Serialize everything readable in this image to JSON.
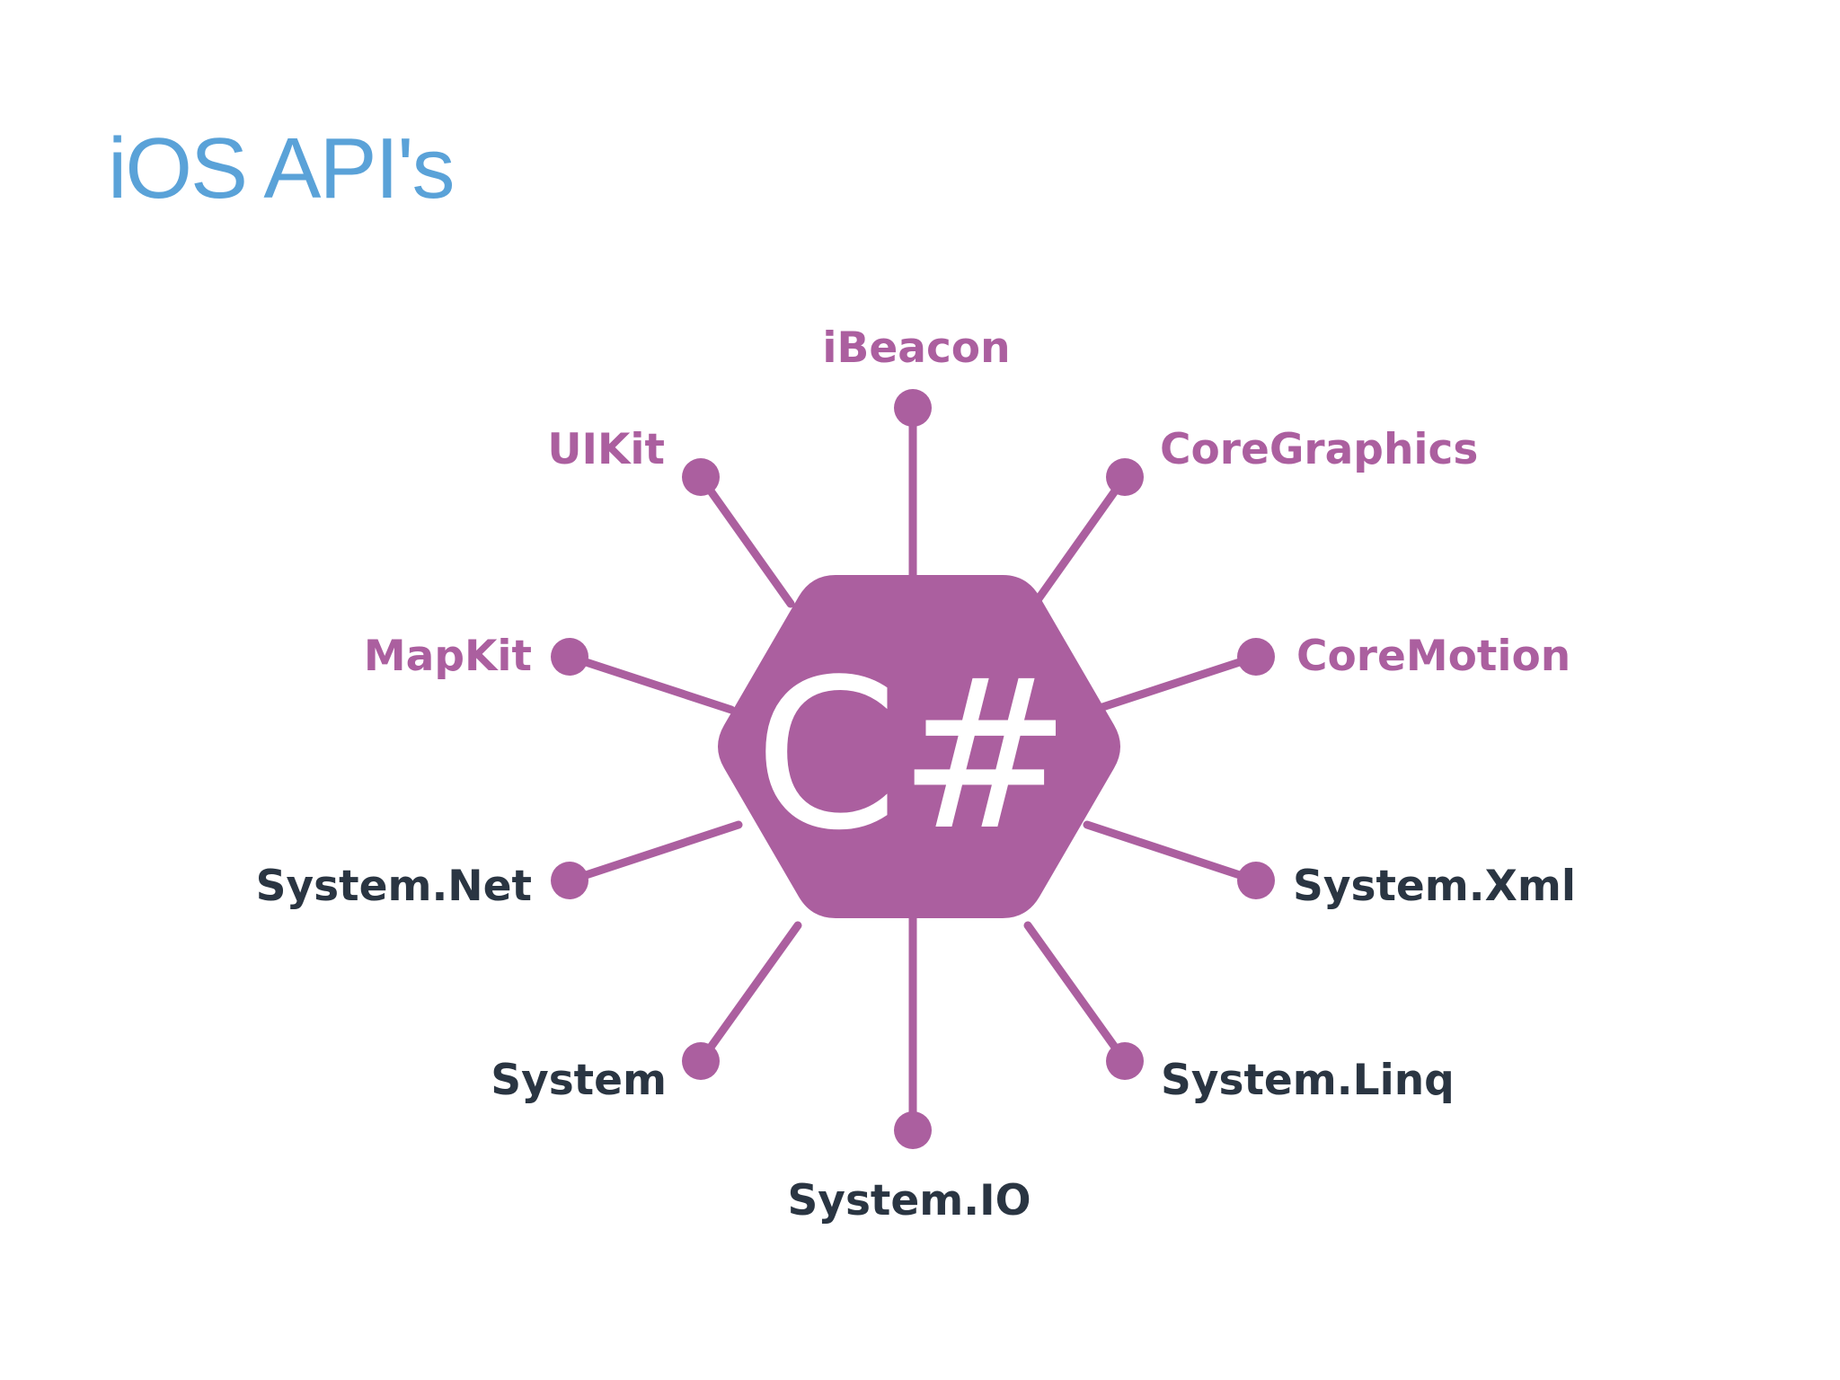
{
  "title": "iOS API's",
  "colors": {
    "title": "#5aa2d8",
    "accent": "#ab5f9f",
    "ios_label": "#ab5f9f",
    "system_label": "#2a3542",
    "hex_text": "#ffffff",
    "background": "#ffffff"
  },
  "hub": {
    "label": "C#"
  },
  "nodes": [
    {
      "id": "ibeacon",
      "label": "iBeacon",
      "group": "ios"
    },
    {
      "id": "uikit",
      "label": "UIKit",
      "group": "ios"
    },
    {
      "id": "coregraphics",
      "label": "CoreGraphics",
      "group": "ios"
    },
    {
      "id": "mapkit",
      "label": "MapKit",
      "group": "ios"
    },
    {
      "id": "coremotion",
      "label": "CoreMotion",
      "group": "ios"
    },
    {
      "id": "system-net",
      "label": "System.Net",
      "group": "system"
    },
    {
      "id": "system-xml",
      "label": "System.Xml",
      "group": "system"
    },
    {
      "id": "system",
      "label": "System",
      "group": "system"
    },
    {
      "id": "system-linq",
      "label": "System.Linq",
      "group": "system"
    },
    {
      "id": "system-io",
      "label": "System.IO",
      "group": "system"
    }
  ]
}
